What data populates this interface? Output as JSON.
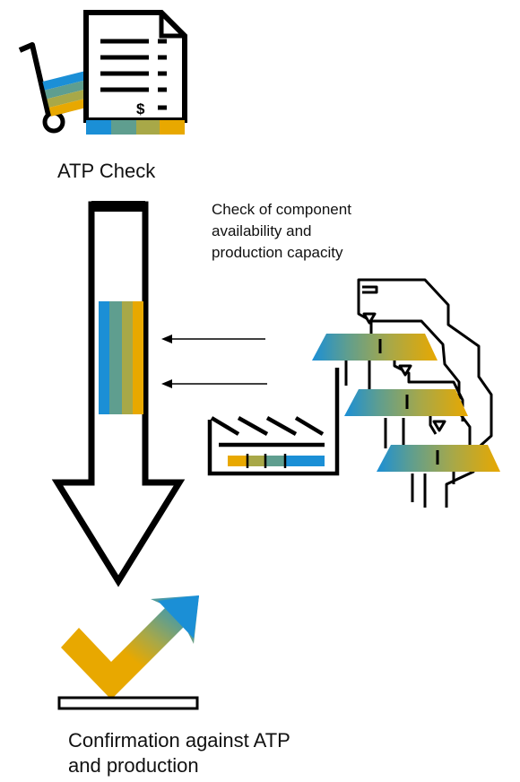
{
  "labels": {
    "atp_check": "ATP Check",
    "component_note_line1": "Check of component",
    "component_note_line2": "availability and",
    "component_note_line3": "production capacity",
    "confirmation_line1": "Confirmation against ATP",
    "confirmation_line2": "and production"
  },
  "icons": {
    "document": "dollar-document-icon",
    "cart": "hand-truck-icon",
    "funnel": "down-arrow-icon",
    "factory": "factory-icon",
    "production_line": "production-line-icon",
    "confirmation": "check-arrow-icon"
  },
  "document_symbol": "$",
  "colors": {
    "blue": "#1b8fd6",
    "teal": "#5f9e8f",
    "olive": "#a8a848",
    "gold": "#e8a800",
    "ink": "#000000"
  }
}
